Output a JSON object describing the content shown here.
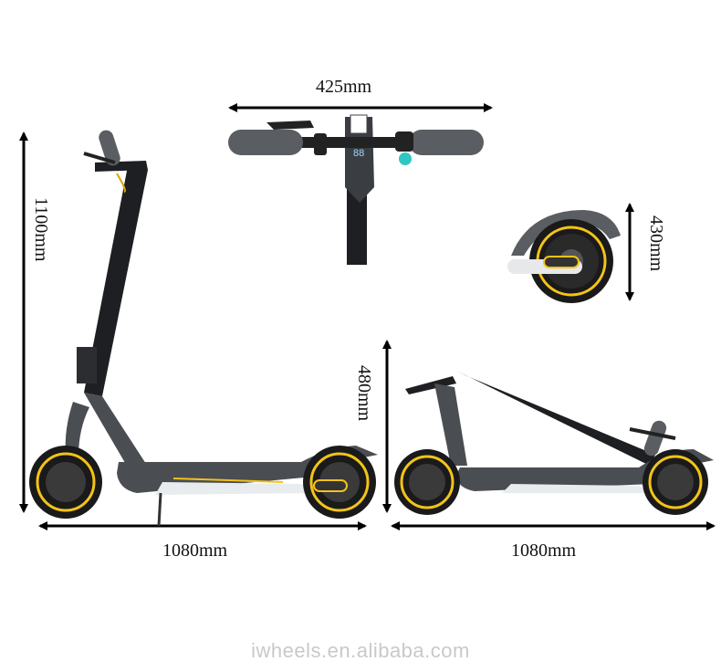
{
  "dimensions": {
    "handlebar_width": "425mm",
    "height": "1100mm",
    "length_unfolded": "1080mm",
    "length_folded": "1080mm",
    "folded_height": "480mm",
    "wheel_diameter": "430mm"
  },
  "watermark": "iwheels.en.alibaba.com",
  "colors": {
    "frame": "#2b2d31",
    "stem": "#1e1f22",
    "deck": "#4a4d52",
    "accent_yellow": "#f3c318",
    "tire": "#1a1a1a",
    "grip": "#55585c",
    "arrow": "#000000"
  }
}
